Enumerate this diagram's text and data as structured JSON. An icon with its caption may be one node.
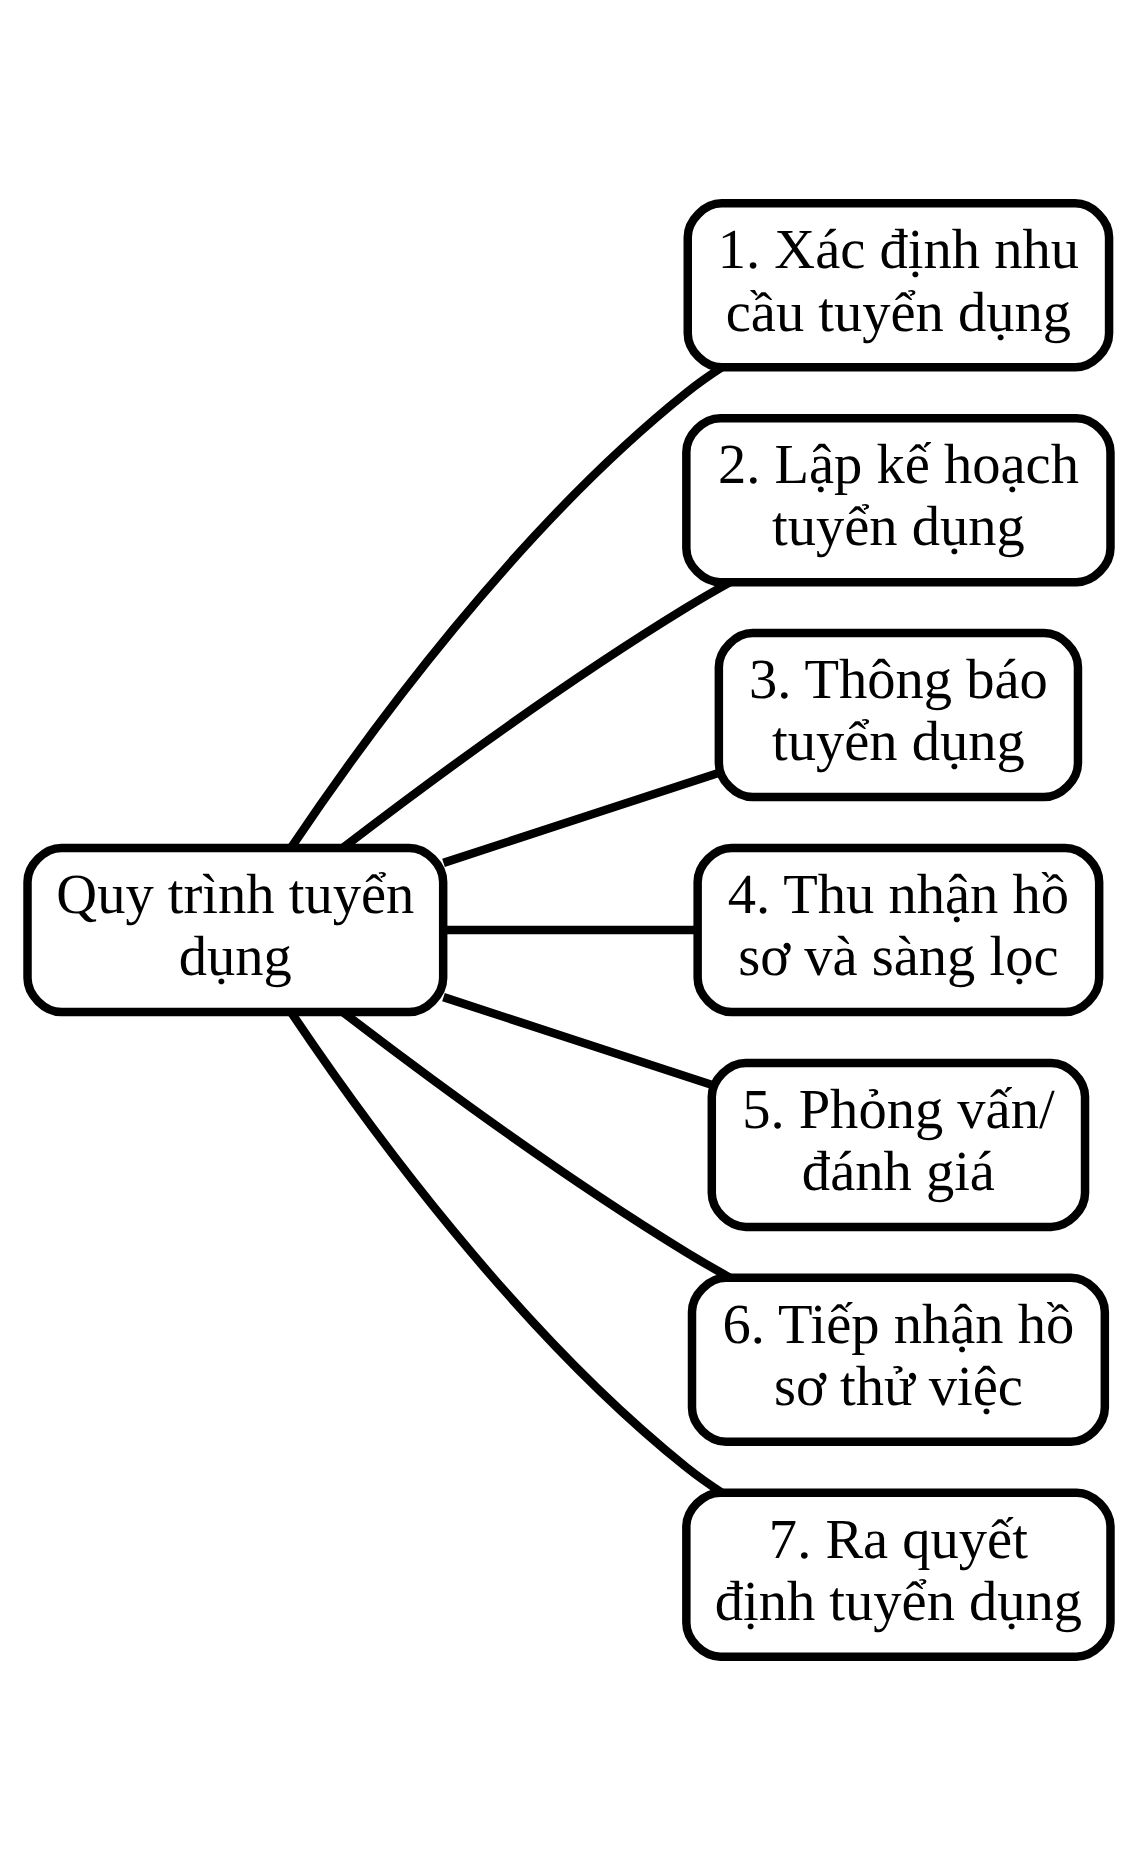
{
  "diagram": {
    "nodes": [
      {
        "text": [
          "Quy trình tuyển dụng"
        ]
      },
      {
        "text": [
          "1. Xác định nhu cầu tuyển dụng"
        ]
      },
      {
        "text": [
          "2. Lập kế hoạch tuyển dụng"
        ]
      },
      {
        "text": [
          "3. Thông báo tuyển dụng"
        ]
      },
      {
        "text": [
          "4. Thu nhận hồ sơ và sàng lọc"
        ]
      },
      {
        "text": [
          "5. Phỏng vấn/ đánh giá"
        ]
      },
      {
        "text": [
          "6. Tiếp nhận hồ sơ thử việc"
        ]
      },
      {
        "text": [
          "7. Ra quyết định tuyển dụng"
        ]
      }
    ],
    "edges": [
      {
        "from": 0,
        "to": 1,
        "arrow": "none"
      },
      {
        "from": 0,
        "to": 2,
        "arrow": "none"
      },
      {
        "from": 0,
        "to": 3,
        "arrow": "none"
      },
      {
        "from": 0,
        "to": 4,
        "arrow": "none"
      },
      {
        "from": 0,
        "to": 5,
        "arrow": "none"
      },
      {
        "from": 0,
        "to": 6,
        "arrow": "none"
      },
      {
        "from": 0,
        "to": 7,
        "arrow": "none"
      }
    ]
  }
}
